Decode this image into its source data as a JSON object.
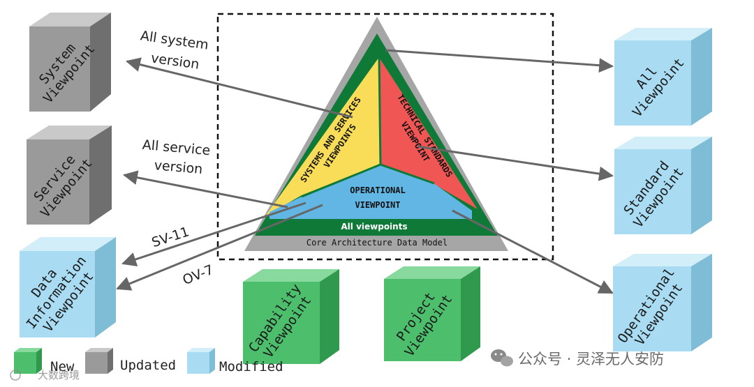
{
  "triangle": {
    "systems": [
      "SYSTEMS AND SERVICES",
      "VIEWPOINTS"
    ],
    "technical": [
      "TECHNICAL STANDARDS",
      "VIEWPOINT"
    ],
    "operational": [
      "OPERATIONAL",
      "VIEWPOINT"
    ],
    "all_viewpoints": "All viewpoints",
    "core": "Core Architecture Data Model"
  },
  "cubes": {
    "system": [
      "System",
      "Viewpoint"
    ],
    "service": [
      "Service",
      "Viewpoint"
    ],
    "data": [
      "Data",
      "Information",
      "Viewpoint"
    ],
    "capability": [
      "Capability",
      "Viewpoint"
    ],
    "project": [
      "Project",
      "Viewpoint"
    ],
    "all": [
      "All",
      "Viewpoint"
    ],
    "standard": [
      "Standard",
      "Viewpoint"
    ],
    "operational": [
      "Operational",
      "Viewpoint"
    ]
  },
  "arrow_labels": {
    "system": [
      "All system",
      "version"
    ],
    "service": [
      "All service",
      "version"
    ],
    "sv11": "SV-11",
    "ov7": "OV-7"
  },
  "legend": {
    "new": "New",
    "updated": "Updated",
    "modified": "Modified"
  },
  "watermark": {
    "right": "公众号 · 灵泽无人安防",
    "left": "大数跨境"
  },
  "colors": {
    "gray_cube": "#9a9a9a",
    "green_cube": "#4cbe6c",
    "blue_cube": "#a9dcf2",
    "tri_gray": "#a6a6a6",
    "tri_green": "#0f7a37",
    "tri_yellow": "#f9dd58",
    "tri_red": "#ef5654",
    "tri_blue": "#62b6e4"
  }
}
